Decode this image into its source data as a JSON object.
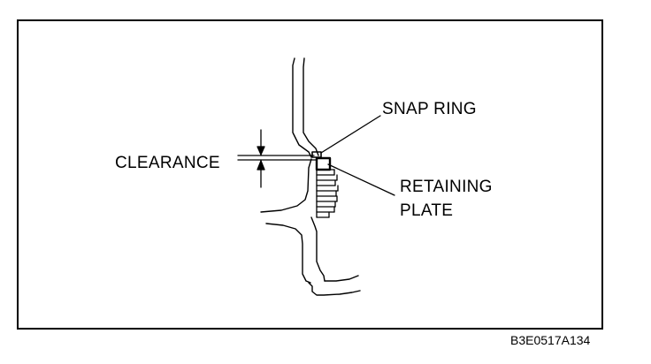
{
  "labels": {
    "snap_ring": "SNAP RING",
    "clearance": "CLEARANCE",
    "retaining_line1": "RETAINING",
    "retaining_line2": "PLATE"
  },
  "figure_code": "B3E0517A134",
  "colors": {
    "ink": "#000000",
    "background": "#ffffff"
  }
}
